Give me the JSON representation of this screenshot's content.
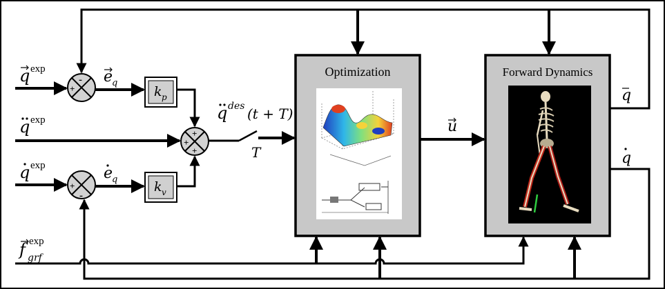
{
  "inputs": {
    "q_exp": "q",
    "q_exp_sup": "exp",
    "qddot_exp": "q",
    "qddot_exp_sup": "exp",
    "qdot_exp": "q",
    "qdot_exp_sup": "exp",
    "f_grf": "f",
    "f_grf_sub": "grf",
    "f_grf_sup": "exp"
  },
  "signals": {
    "e_q": "e",
    "e_q_sub": "q",
    "edot_q": "e",
    "edot_q_sub": "q",
    "q_des": "q",
    "q_des_sup": "des",
    "q_des_arg": "(t + T)",
    "switch_T": "T",
    "u": "u",
    "q_out": "q",
    "qdot_out": "q"
  },
  "gains": {
    "kp": "k",
    "kp_sub": "p",
    "kv": "k",
    "kv_sub": "v"
  },
  "blocks": {
    "optimization_title": "Optimization",
    "forward_dynamics_title": "Forward Dynamics"
  },
  "sum_signs": {
    "top_left": "+",
    "top_right": "-",
    "bottom_left": "+",
    "bottom_bottom": "-",
    "mid_left": "+",
    "mid_top": "+",
    "mid_bottom": "+"
  },
  "colors": {
    "block_fill": "#c8c8c8",
    "gain_fill": "#d0d0d0",
    "sum_fill": "#d2d2d2",
    "figure_bg": "#000000"
  }
}
